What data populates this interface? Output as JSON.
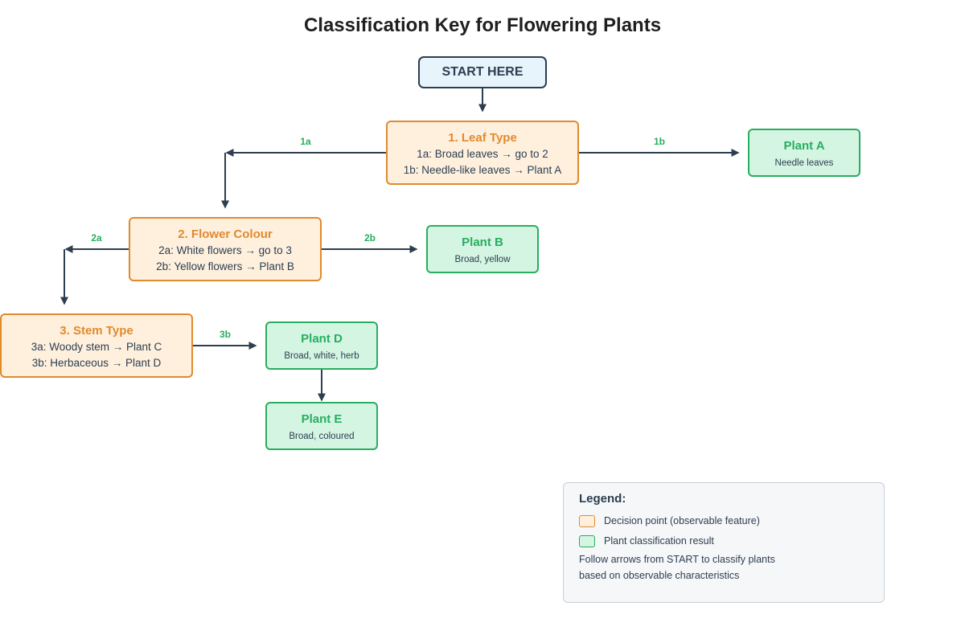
{
  "title": "Classification Key for Flowering Plants",
  "start": {
    "label": "START HERE"
  },
  "decisions": [
    {
      "title": "1. Leaf Type",
      "line1": "1a: Broad leaves → go to 2",
      "line2": "1b: Needle-like leaves → Plant A"
    },
    {
      "title": "2. Flower Colour",
      "line1": "2a: White flowers → go to 3",
      "line2": "2b: Yellow flowers → Plant B"
    },
    {
      "title": "3. Stem Type",
      "line1": "3a: Woody stem → Plant C",
      "line2": "3b: Herbaceous → Plant D"
    }
  ],
  "results": [
    {
      "title": "Plant A",
      "subtitle": "Needle leaves"
    },
    {
      "title": "Plant B",
      "subtitle": "Broad, yellow"
    },
    {
      "title": "Plant D",
      "subtitle": "Broad, white, herb"
    },
    {
      "title": "Plant E",
      "subtitle": "Broad, coloured"
    }
  ],
  "edge_labels": {
    "e1a": "1a",
    "e1b": "1b",
    "e2a": "2a",
    "e2b": "2b",
    "e3b": "3b"
  },
  "legend": {
    "title": "Legend:",
    "decision_label": "Decision point (observable feature)",
    "result_label": "Plant classification result",
    "note_line1": "Follow arrows from START to classify plants",
    "note_line2": "based on observable characteristics"
  },
  "colors": {
    "decision_fill": "#fff0de",
    "decision_border": "#e08a2e",
    "result_fill": "#d5f5e3",
    "result_border": "#27ae60",
    "start_fill": "#e8f4fc",
    "line": "#2c3e50"
  }
}
